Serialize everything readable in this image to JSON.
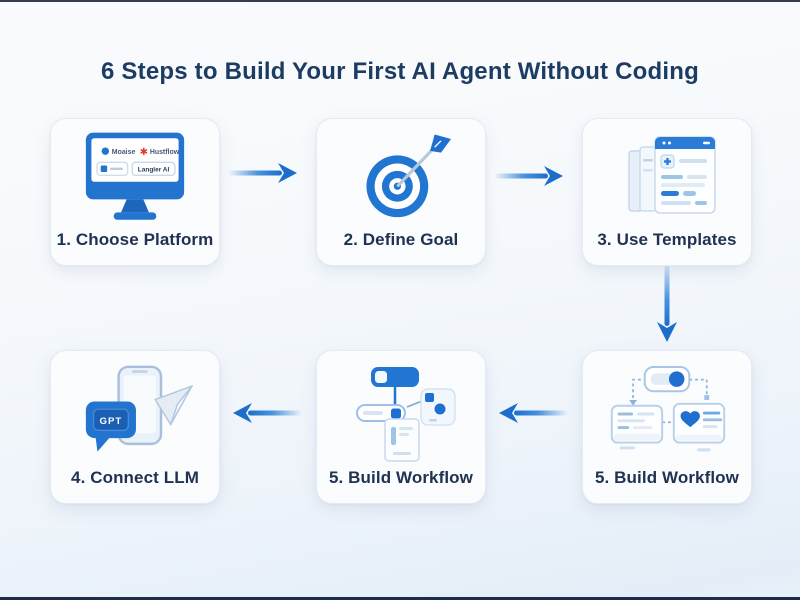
{
  "title": "6 Steps to Build Your First AI Agent Without Coding",
  "steps": [
    {
      "label": "1. Choose Platform",
      "icon": "monitor-with-platform-logos"
    },
    {
      "label": "2. Define Goal",
      "icon": "target-with-dart"
    },
    {
      "label": "3. Use Templates",
      "icon": "template-documents"
    },
    {
      "label": "4. Connect LLM",
      "icon": "phone-gpt-bubble-paper-plane"
    },
    {
      "label": "5. Build Workflow",
      "icon": "workflow-node-diagram"
    },
    {
      "label": "5. Build Workflow",
      "icon": "workflow-chat-cards"
    }
  ],
  "platform_logos": {
    "logo1": "Moaise",
    "logo2": "Hustflow",
    "logo3": "",
    "logo4": "Langler AI"
  },
  "gpt_badge": "GPT",
  "flow_arrows": [
    {
      "from": "step-1",
      "to": "step-2",
      "direction": "right"
    },
    {
      "from": "step-2",
      "to": "step-3",
      "direction": "right"
    },
    {
      "from": "step-3",
      "to": "step-6",
      "direction": "down"
    },
    {
      "from": "step-6",
      "to": "step-5",
      "direction": "left"
    },
    {
      "from": "step-5",
      "to": "step-4",
      "direction": "left"
    }
  ],
  "colors": {
    "accent_blue": "#1e73d0",
    "deep_blue": "#1a5fb2",
    "title_navy": "#1d3c63",
    "label_navy": "#203252",
    "logo_red": "#e23b2e"
  }
}
